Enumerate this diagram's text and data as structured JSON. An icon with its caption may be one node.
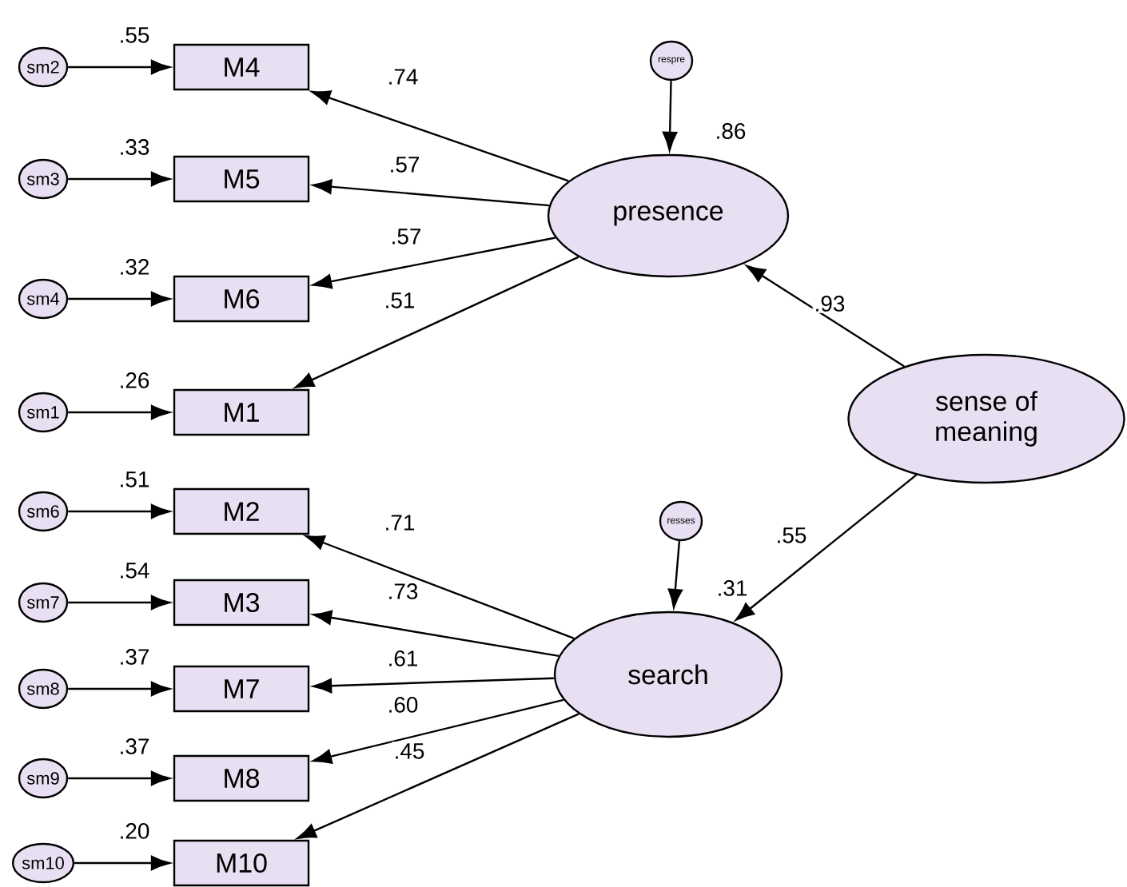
{
  "diagram": {
    "nodes": [
      {
        "text": [
          "sm2"
        ]
      },
      {
        "text": [
          "M4"
        ],
        "beside": [
          ".55"
        ]
      },
      {
        "text": [
          "sm3"
        ]
      },
      {
        "text": [
          "M5"
        ],
        "beside": [
          ".33"
        ]
      },
      {
        "text": [
          "sm4"
        ]
      },
      {
        "text": [
          "M6"
        ],
        "beside": [
          ".32"
        ]
      },
      {
        "text": [
          "sm1"
        ]
      },
      {
        "text": [
          "M1"
        ],
        "beside": [
          ".26"
        ]
      },
      {
        "text": [
          "sm6"
        ]
      },
      {
        "text": [
          "M2"
        ],
        "beside": [
          ".51"
        ]
      },
      {
        "text": [
          "sm7"
        ]
      },
      {
        "text": [
          "M3"
        ],
        "beside": [
          ".54"
        ]
      },
      {
        "text": [
          "sm8"
        ]
      },
      {
        "text": [
          "M7"
        ],
        "beside": [
          ".37"
        ]
      },
      {
        "text": [
          "sm9"
        ]
      },
      {
        "text": [
          "M8"
        ],
        "beside": [
          ".37"
        ]
      },
      {
        "text": [
          "sm10"
        ]
      },
      {
        "text": [
          "M10"
        ],
        "beside": [
          ".20"
        ]
      },
      {
        "text": [
          "respre"
        ]
      },
      {
        "text": [
          "presence"
        ],
        "beside": [
          ".86"
        ]
      },
      {
        "text": [
          "sense of meaning"
        ]
      },
      {
        "text": [
          "resses"
        ]
      },
      {
        "text": [
          "search"
        ],
        "beside": [
          ".31"
        ]
      }
    ],
    "edges": [
      {
        "from": 0,
        "to": 1,
        "arrow": "to"
      },
      {
        "from": 2,
        "to": 3,
        "arrow": "to"
      },
      {
        "from": 4,
        "to": 5,
        "arrow": "to"
      },
      {
        "from": 6,
        "to": 7,
        "arrow": "to"
      },
      {
        "from": 8,
        "to": 9,
        "arrow": "to"
      },
      {
        "from": 10,
        "to": 11,
        "arrow": "to"
      },
      {
        "from": 12,
        "to": 13,
        "arrow": "to"
      },
      {
        "from": 14,
        "to": 15,
        "arrow": "to"
      },
      {
        "from": 16,
        "to": 17,
        "arrow": "to"
      },
      {
        "from": 19,
        "to": 1,
        "arrow": "to",
        "label": ".74"
      },
      {
        "from": 19,
        "to": 3,
        "arrow": "to",
        "label": ".57"
      },
      {
        "from": 19,
        "to": 5,
        "arrow": "to",
        "label": ".57"
      },
      {
        "from": 19,
        "to": 7,
        "arrow": "to",
        "label": ".51"
      },
      {
        "from": 22,
        "to": 9,
        "arrow": "to",
        "label": ".71"
      },
      {
        "from": 22,
        "to": 11,
        "arrow": "to",
        "label": ".73"
      },
      {
        "from": 22,
        "to": 13,
        "arrow": "to",
        "label": ".61"
      },
      {
        "from": 22,
        "to": 15,
        "arrow": "to",
        "label": ".60"
      },
      {
        "from": 22,
        "to": 17,
        "arrow": "to",
        "label": ".45"
      },
      {
        "from": 18,
        "to": 19,
        "arrow": "to"
      },
      {
        "from": 21,
        "to": 22,
        "arrow": "to"
      },
      {
        "from": 20,
        "to": 19,
        "arrow": "to",
        "label": ".93"
      },
      {
        "from": 20,
        "to": 22,
        "arrow": "to",
        "label": ".55"
      }
    ]
  }
}
